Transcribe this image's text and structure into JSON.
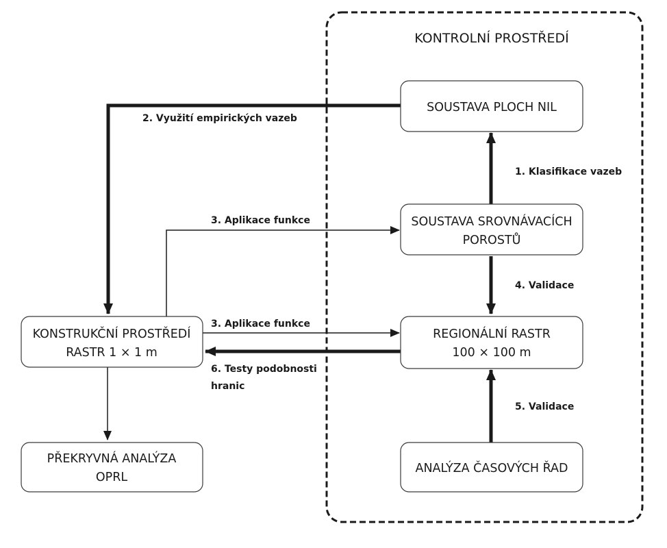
{
  "region": {
    "title": "KONTROLNÍ PROSTŘEDÍ"
  },
  "boxes": {
    "soustava_ploch": {
      "line1": "SOUSTAVA PLOCH NIL"
    },
    "soustava_srovnavacich": {
      "line1": "SOUSTAVA SROVNÁVACÍCH",
      "line2": "POROSTŮ"
    },
    "regionalni_rastr": {
      "line1": "REGIONÁLNÍ RASTR",
      "line2": "100 × 100 m"
    },
    "analyza_casovych": {
      "line1": "ANALÝZA ČASOVÝCH ŘAD"
    },
    "konstrukcni": {
      "line1": "KONSTRUKČNÍ PROSTŘEDÍ",
      "line2": "RASTR 1 × 1 m"
    },
    "prekryvna": {
      "line1": "PŘEKRYVNÁ ANALÝZA",
      "line2": "OPRL"
    }
  },
  "edges": {
    "e1": "1. Klasifikace vazeb",
    "e2": "2. Využití empirických vazeb",
    "e3a": "3. Aplikace funkce",
    "e3b": "3. Aplikace funkce",
    "e4": "4. Validace",
    "e5": "5. Validace",
    "e6_line1": "6. Testy podobnosti",
    "e6_line2": "hranic"
  }
}
